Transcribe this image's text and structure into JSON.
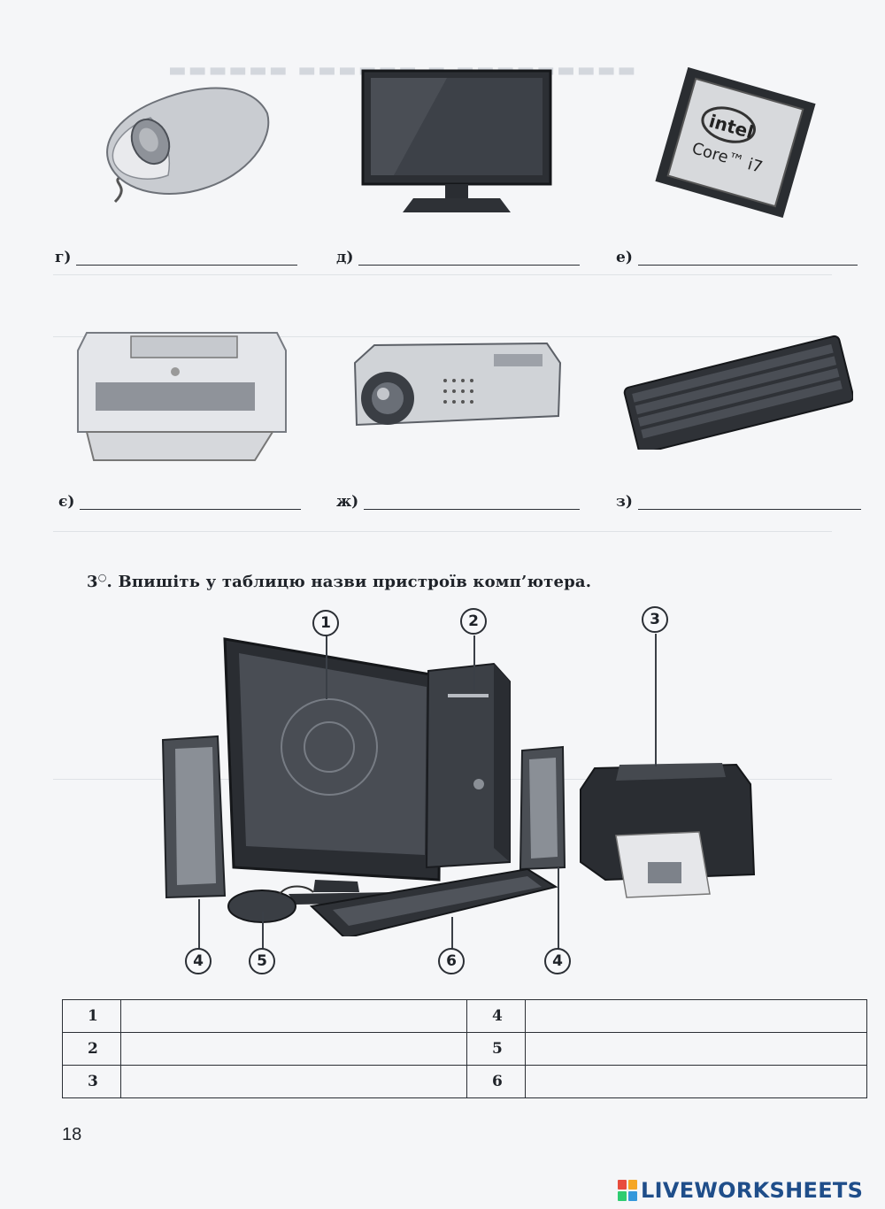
{
  "answer_labels": {
    "g": "г)",
    "d": "д)",
    "ye": "е)",
    "ye2": "є)",
    "zh": "ж)",
    "z": "з)"
  },
  "pictures": {
    "mouse": "mouse-icon",
    "monitor": "monitor-icon",
    "cpu": "processor-icon",
    "printer": "printer-icon",
    "projector": "projector-icon",
    "keyboard": "keyboard-icon"
  },
  "cpu_logo": {
    "brand": "intel",
    "model": "Core™ i7"
  },
  "task": {
    "number": "3",
    "mark": "○",
    "text": ". Впишіть у таблицю назви пристроїв комп’ютера."
  },
  "callouts": [
    "1",
    "2",
    "3",
    "4",
    "5",
    "6",
    "4"
  ],
  "table": {
    "rows": [
      {
        "left": "1",
        "right": "4"
      },
      {
        "left": "2",
        "right": "5"
      },
      {
        "left": "3",
        "right": "6"
      }
    ]
  },
  "page_number": "18",
  "brand": "LIVEWORKSHEETS",
  "colors": {
    "ink": "#1f2329",
    "page": "#f5f6f8",
    "brand_blue": "#1f4e8a"
  }
}
